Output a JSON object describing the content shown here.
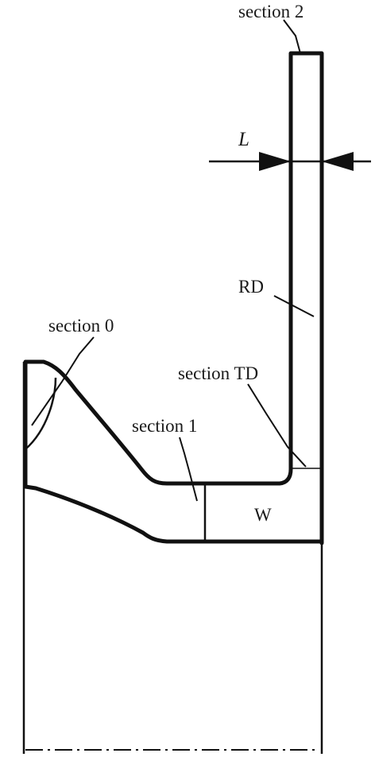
{
  "labels": {
    "section_2": "section 2",
    "length": "L",
    "rd": "RD",
    "section_0": "section 0",
    "section_td": "section TD",
    "section_1": "section 1",
    "w": "W"
  }
}
